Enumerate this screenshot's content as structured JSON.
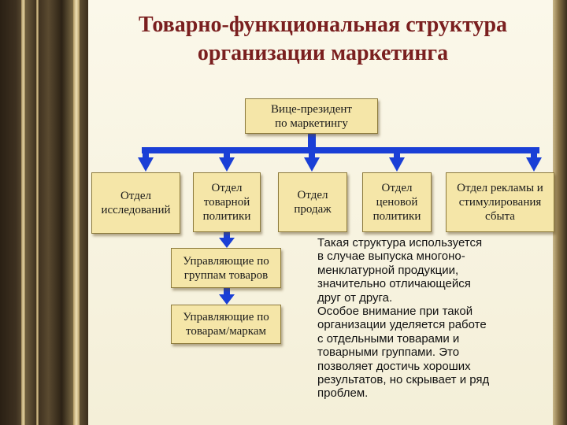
{
  "title": {
    "line1": "Товарно-функциональная структура",
    "line2": "организации маркетинга"
  },
  "nodes": {
    "vp": {
      "lines": [
        "Вице-президент",
        "по маркетингу"
      ]
    },
    "research": {
      "lines": [
        "Отдел",
        "исследований"
      ]
    },
    "product_policy": {
      "lines": [
        "Отдел",
        "товарной",
        "политики"
      ]
    },
    "sales": {
      "lines": [
        "Отдел",
        "продаж"
      ]
    },
    "price_policy": {
      "lines": [
        "Отдел",
        "ценовой",
        "политики"
      ]
    },
    "advertising": {
      "lines": [
        "Отдел рекламы и",
        "стимулирования",
        "сбыта"
      ]
    },
    "group_managers": {
      "lines": [
        "Управляющие по",
        "группам товаров"
      ]
    },
    "brand_managers": {
      "lines": [
        "Управляющие по",
        "товарам/маркам"
      ]
    }
  },
  "note": {
    "paragraph1": "Такая структура используется\n в случае выпуска многоно-\n менклатурной продукции,\n значительно отличающейся\n друг от друга.",
    "paragraph2": "Особое внимание при такой\n организации уделяется работе\n с отдельными товарами и\n товарными группами. Это\n позволяет достичь хороших\n результатов, но скрывает и ряд\n проблем."
  },
  "colors": {
    "box_fill": "#f5e6a8",
    "connector": "#1a3fd6",
    "title": "#7a1f1f"
  }
}
